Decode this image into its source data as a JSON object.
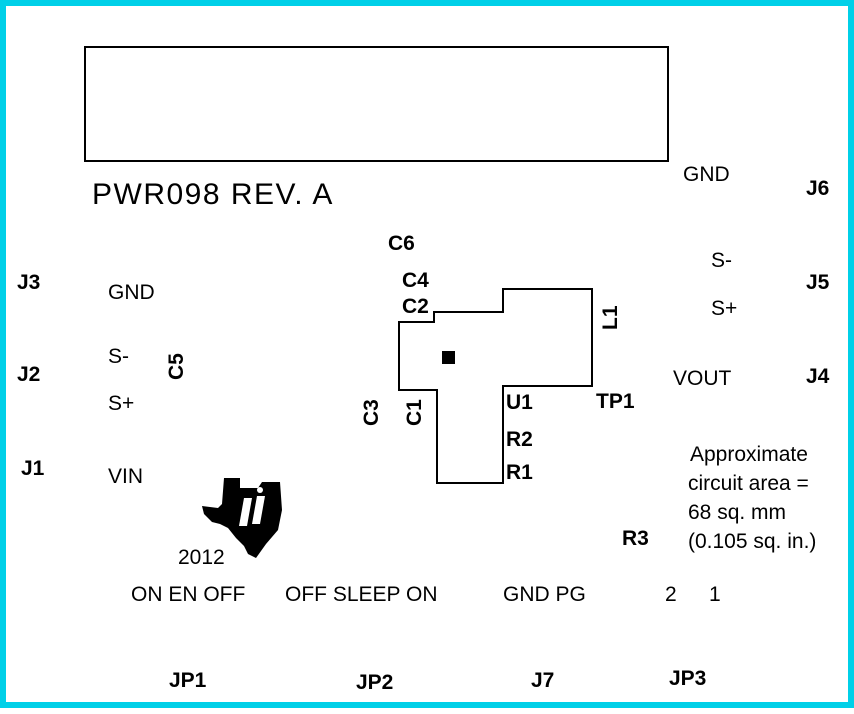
{
  "board": {
    "name": "PWR098 REV. A",
    "year": "2012",
    "area_note": [
      "Approximate",
      "circuit area =",
      "68 sq. mm",
      "(0.105 sq. in.)"
    ]
  },
  "refs": {
    "J1": "J1",
    "J2": "J2",
    "J3": "J3",
    "J4": "J4",
    "J5": "J5",
    "J6": "J6",
    "J7": "J7",
    "JP1": "JP1",
    "JP2": "JP2",
    "JP3": "JP3",
    "C1": "C1",
    "C2": "C2",
    "C3": "C3",
    "C4": "C4",
    "C5": "C5",
    "C6": "C6",
    "L1": "L1",
    "U1": "U1",
    "R1": "R1",
    "R2": "R2",
    "R3": "R3",
    "TP1": "TP1"
  },
  "labels": {
    "gnd_in": "GND",
    "s_minus_in": "S-",
    "s_plus_in": "S+",
    "vin": "VIN",
    "gnd_out": "GND",
    "s_minus_out": "S-",
    "s_plus_out": "S+",
    "vout": "VOUT",
    "jp1_pins": "ON EN OFF",
    "jp2_pins": "OFF SLEEP ON",
    "j7_pins": "GND PG",
    "jp3_pin2": "2",
    "jp3_pin1": "1"
  },
  "colors": {
    "board_edge": "#00d0e8",
    "silkscreen": "#000000",
    "background": "#ffffff"
  },
  "icons": {
    "logo": "texas-instruments-logo"
  }
}
